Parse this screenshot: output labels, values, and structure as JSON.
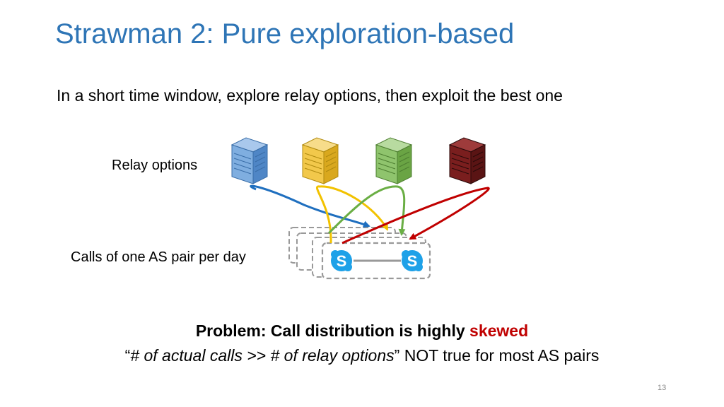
{
  "slide": {
    "title": "Strawman 2: Pure exploration-based",
    "subtitle": "In a short time window, explore relay options, then exploit the best one",
    "relay_label": "Relay options",
    "calls_label": "Calls of one AS pair per day",
    "problem_prefix": "Problem: Call distribution is highly ",
    "problem_highlight": "skewed",
    "statement_open_quote": "“",
    "statement_italic": "# of actual calls >> # of relay options",
    "statement_close_quote": "”",
    "statement_rest": " NOT true for most AS pairs",
    "page_number": "13"
  },
  "colors": {
    "title": "#2E75B6",
    "highlight": "#C00000",
    "relay_blue": "#5B9BD5",
    "relay_yellow": "#F2C12E",
    "relay_green": "#70AD47",
    "relay_darkred": "#6B1A1A",
    "arrow_blue": "#1F6FBF",
    "arrow_yellow": "#F2C200",
    "arrow_green": "#6AAE44",
    "arrow_red": "#C00000",
    "skype": "#1EA1E8"
  },
  "icons": [
    "server-icon",
    "skype-icon"
  ]
}
